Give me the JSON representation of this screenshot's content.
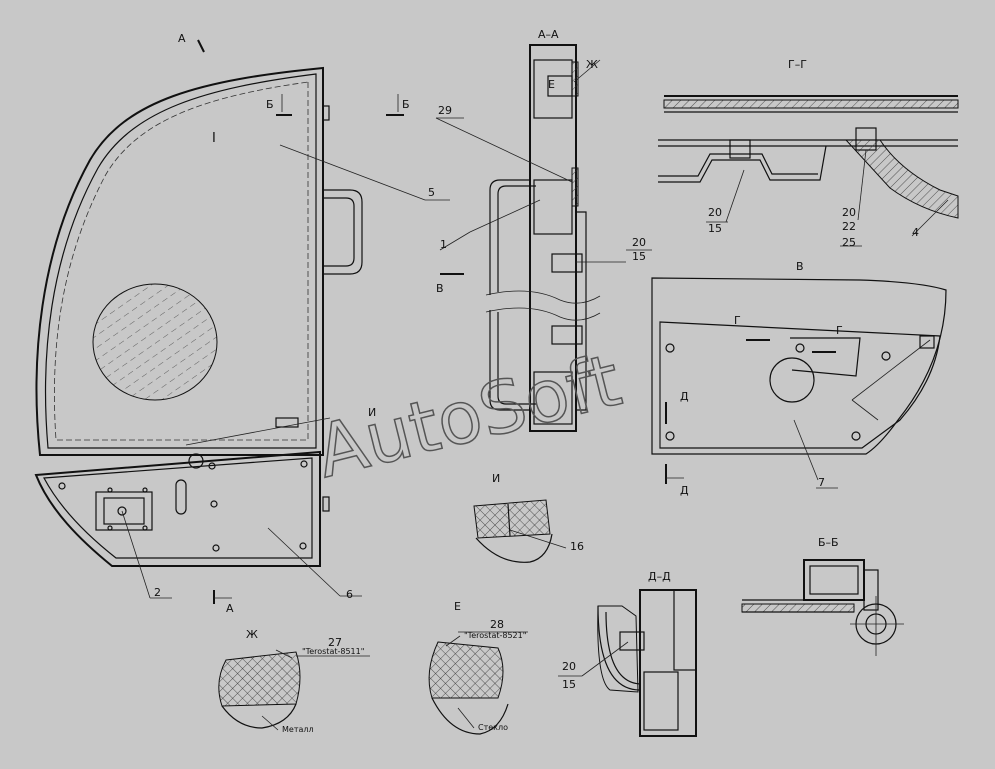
{
  "watermark": "AutoSoft",
  "section_labels": {
    "aa": "А–А",
    "gg": "Г–Г",
    "v": "В",
    "bb": "Б–Б",
    "dd": "Д–Д",
    "i": "И",
    "e": "Е",
    "zh": "Ж"
  },
  "markers": {
    "a_top": "А",
    "a_bottom": "А",
    "b_left": "Б",
    "b_right": "Б",
    "v_arrow": "В",
    "i_mark": "И",
    "g_left": "Г",
    "g_right": "Г",
    "d_top": "Д",
    "d_bottom": "Д",
    "e_mark": "Е",
    "zh_mark": "Ж",
    "door_mark": "I"
  },
  "callouts": {
    "c1": "1",
    "c2": "2",
    "c4": "4",
    "c5": "5",
    "c6": "6",
    "c7": "7",
    "c16": "16",
    "c29": "29",
    "c15_aa": "15",
    "c20_aa": "20",
    "c20_g1": "20",
    "c15_g1": "15",
    "c20_g2": "20",
    "c22_g2": "22",
    "c25_g2": "25",
    "c20_dd": "20",
    "c15_dd": "15",
    "c27": "27",
    "c28": "28"
  },
  "notes": {
    "terostat_8511": "\"Terostat-8511\"",
    "terostat_8521": "\"Terostat-8521\"",
    "metal": "Металл",
    "glass": "Стекло"
  }
}
